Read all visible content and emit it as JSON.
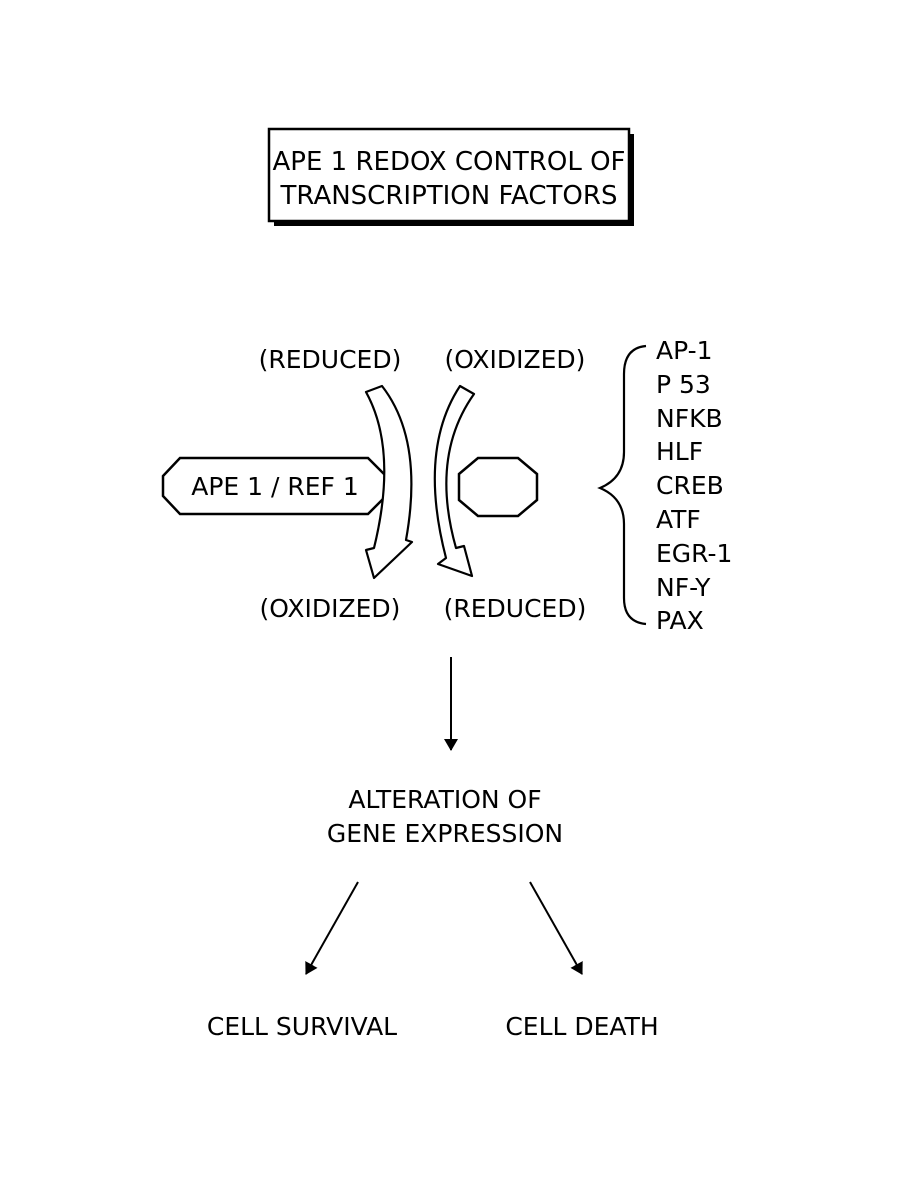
{
  "title": {
    "line1": "APE 1 REDOX CONTROL OF",
    "line2": "TRANSCRIPTION FACTORS"
  },
  "states": {
    "top_left": "(REDUCED)",
    "top_right": "(OXIDIZED)",
    "bottom_left": "(OXIDIZED)",
    "bottom_right": "(REDUCED)"
  },
  "enzyme_label": "APE 1 / REF 1",
  "transcription_factors": [
    "AP-1",
    "P 53",
    "NFKB",
    "HLF",
    "CREB",
    "ATF",
    "EGR-1",
    "NF-Y",
    "PAX"
  ],
  "outcome": {
    "line1": "ALTERATION OF",
    "line2": "GENE EXPRESSION"
  },
  "results": {
    "survival": "CELL SURVIVAL",
    "death": "CELL DEATH"
  },
  "colors": {
    "ink": "#000000",
    "background": "#ffffff"
  }
}
